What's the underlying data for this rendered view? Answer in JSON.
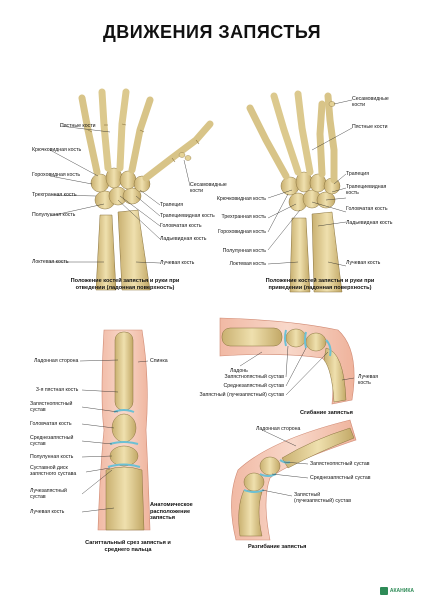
{
  "title": "ДВИЖЕНИЯ ЗАПЯСТЬЯ",
  "panel_left": {
    "labels": {
      "metacarpals": "Пястные кости",
      "hamate": "Крючковидная кость",
      "pisiform": "Гороховидная кость",
      "triquetrum": "Трехгранная кость",
      "lunate": "Полулунная кость",
      "ulna": "Локтевая кость",
      "sesamoid": "Сесамовидные кости",
      "trapezium": "Трапеция",
      "trapezoid": "Трапециевидная кость",
      "capitate": "Головчатая кость",
      "scaphoid": "Ладьевидная кость",
      "radius": "Лучевая кость"
    },
    "caption": "Положение костей запястья и руки при отведении (ладонная поверхность)"
  },
  "panel_right": {
    "labels": {
      "sesamoid": "Сесамовидные кости",
      "metacarpals": "Пястные кости",
      "trapezium": "Трапеция",
      "trapezoid": "Трапециевидная кость",
      "capitate": "Головчатая кость",
      "scaphoid": "Ладьевидная кость",
      "radius": "Лучевая кость",
      "hamate": "Крючковидная кость",
      "triquetrum": "Трехгранная кость",
      "pisiform": "Гороховидная кость",
      "lunate": "Полулунная кость",
      "ulna": "Локтевая кость"
    },
    "caption": "Положение костей запястья и руки при приведении (ладонная поверхность)"
  },
  "panel_sagittal": {
    "labels": {
      "palmar_side": "Ладонная сторона",
      "dorsum": "Спинка",
      "third_metacarpal": "3-я пястная кость",
      "carpometacarpal": "Запястнопястный сустав",
      "capitate": "Головчатая кость",
      "midcarpal": "Среднезапястный сустав",
      "lunate": "Полулунная кость",
      "disc": "Суставной диск запястного сустава",
      "radiocarpal": "Лучезапястный сустав",
      "radius": "Лучевая кость"
    },
    "anatomic_caption": "Анатомическое расположение запястья",
    "caption": "Сагиттальный срез запястья и среднего пальца"
  },
  "panel_flexion": {
    "labels": {
      "palm": "Ладонь",
      "carpometacarpal": "Запястнопястный сустав",
      "midcarpal": "Среднезапястный сустав",
      "radiocarpal": "Запястный (лучезапястный) сустав",
      "radius": "Лучевая кость"
    },
    "caption": "Сгибание запястья"
  },
  "panel_extension": {
    "labels": {
      "palmar_side": "Ладонная сторона",
      "carpometacarpal": "Запястнопястный сустав",
      "midcarpal": "Среднезапястный сустав",
      "radiocarpal": "Запястный (лучезапястный) сустав"
    },
    "caption": "Разгибание запястья"
  },
  "brand": "АКАНИКА",
  "colors": {
    "bone": "#e6d49a",
    "bone_dark": "#b8a060",
    "skin": "#f4c9b8",
    "cartilage": "#9fd4e0",
    "line": "#222222"
  }
}
